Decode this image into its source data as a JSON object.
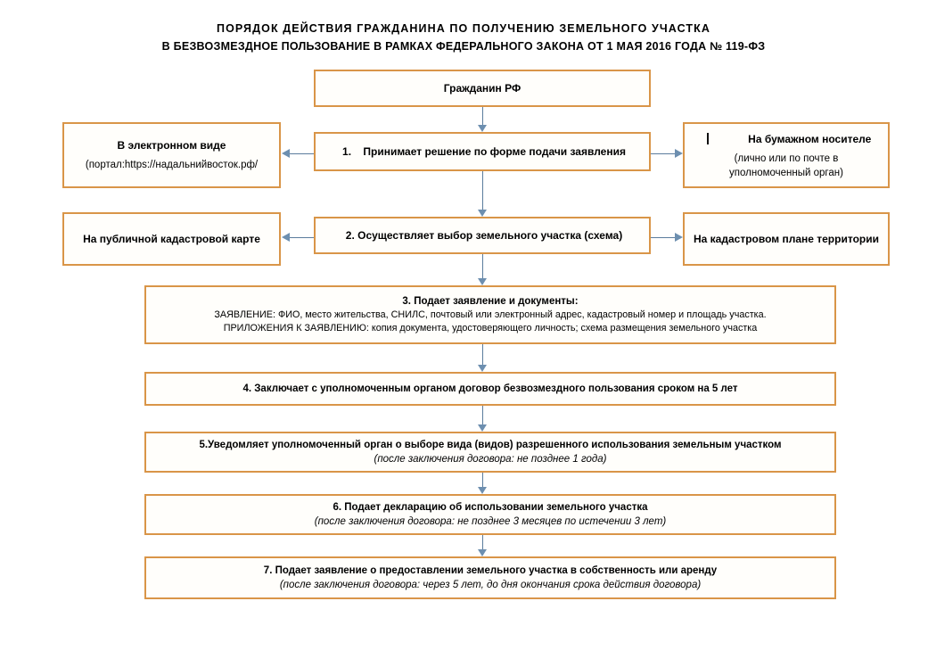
{
  "title": {
    "line1": "ПОРЯДОК ДЕЙСТВИЯ ГРАЖДАНИНА  ПО ПОЛУЧЕНИЮ ЗЕМЕЛЬНОГО УЧАСТКА",
    "line2": "В БЕЗВОЗМЕЗДНОЕ  ПОЛЬЗОВАНИЕ  В РАМКАХ ФЕДЕРАЛЬНОГО ЗАКОНА ОТ 1 МАЯ 2016 ГОДА № 119-ФЗ"
  },
  "colors": {
    "box_border": "#d99548",
    "box_fill": "#fffefb",
    "connector": "#5b7c9d",
    "arrow_head": "#6d8fb0",
    "text": "#000000"
  },
  "flow": {
    "citizen": {
      "label": "Гражданин РФ"
    },
    "step1": {
      "number": "1.",
      "label": "Принимает решение по форме подачи заявления"
    },
    "step1_left": {
      "heading": "В электронном виде",
      "sub": "(портал:https://надальнийвосток.рф/"
    },
    "step1_right": {
      "heading": "На бумажном носителе",
      "sub_line1": "(лично или по почте в",
      "sub_line2": "уполномоченный орган)"
    },
    "step2": {
      "label": "2. Осуществляет выбор земельного участка (схема)"
    },
    "step2_left": {
      "label": "На публичной кадастровой карте"
    },
    "step2_right": {
      "label": "На кадастровом плане территории"
    },
    "step3": {
      "heading": "3. Подает заявление и документы:",
      "line1": "ЗАЯВЛЕНИЕ: ФИО, место жительства, СНИЛС, почтовый или электронный адрес, кадастровый номер и площадь участка.",
      "line2": "ПРИЛОЖЕНИЯ К ЗАЯВЛЕНИЮ: копия документа, удостоверяющего личность; схема размещения земельного участка"
    },
    "step4": {
      "label": "4. Заключает с уполномоченным органом договор безвозмездного пользования сроком на 5 лет"
    },
    "step5": {
      "heading": "5.Уведомляет уполномоченный орган о выборе вида (видов) разрешенного использования земельным участком",
      "note": "(после заключения договора: не позднее 1 года)"
    },
    "step6": {
      "heading": "6. Подает декларацию об использовании земельного участка",
      "note": "(после заключения договора: не позднее 3 месяцев по истечении 3 лет)"
    },
    "step7": {
      "heading": "7. Подает заявление о предоставлении земельного участка в собственность или аренду",
      "note": "(после заключения договора: через 5 лет, до дня окончания срока действия договора)"
    }
  }
}
